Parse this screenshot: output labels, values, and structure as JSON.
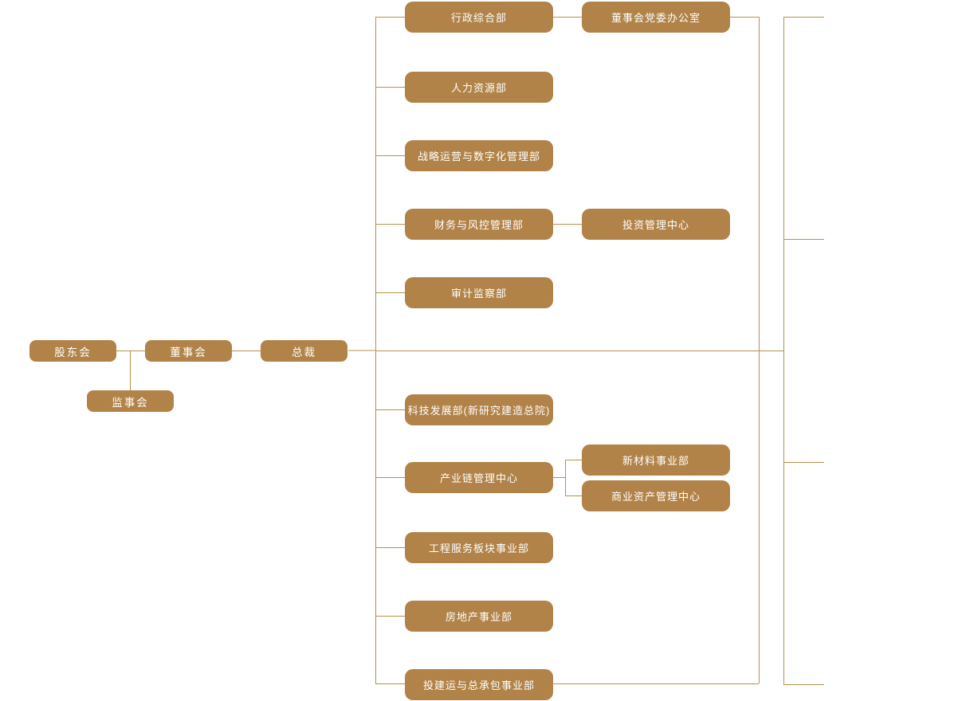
{
  "org": {
    "title": "company-organization-chart",
    "governance": {
      "shareholders": "股东会",
      "board": "董事会",
      "supervisory": "监事会",
      "president": "总裁"
    },
    "departments": [
      {
        "label": "行政综合部",
        "children": [
          "董事会党委办公室"
        ]
      },
      {
        "label": "人力资源部",
        "children": []
      },
      {
        "label": "战略运营与数字化管理部",
        "children": []
      },
      {
        "label": "财务与风控管理部",
        "children": [
          "投资管理中心"
        ]
      },
      {
        "label": "审计监察部",
        "children": []
      },
      {
        "label": "科技发展部(新研究建造总院)",
        "children": []
      },
      {
        "label": "产业链管理中心",
        "children": [
          "新材料事业部",
          "商业资产管理中心"
        ]
      },
      {
        "label": "工程服务板块事业部",
        "children": []
      },
      {
        "label": "房地产事业部",
        "children": []
      },
      {
        "label": "投建运与总承包事业部",
        "children": []
      }
    ],
    "colors": {
      "node_fill": "#B18348",
      "connector": "#B8904E",
      "connector_light": "#DECAA2",
      "node_text": "#FFFFFF",
      "background": "#FFFFFF"
    }
  }
}
